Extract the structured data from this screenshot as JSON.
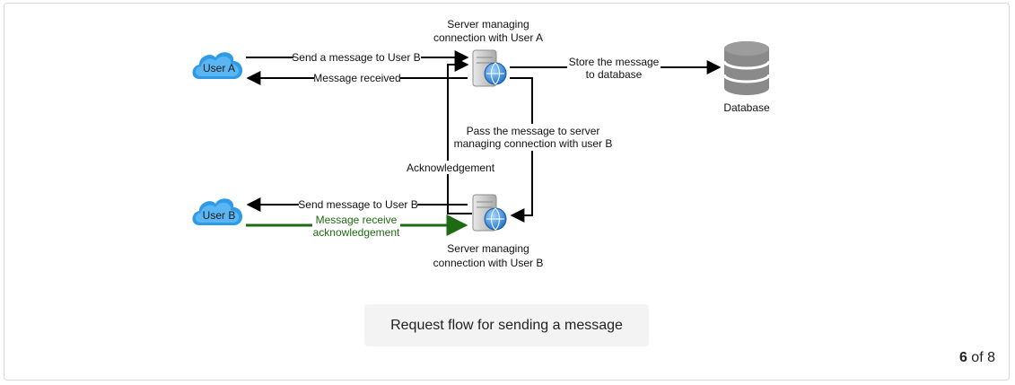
{
  "diagram": {
    "nodes": {
      "user_a": "User A",
      "user_b": "User B",
      "server_a_line1": "Server managing",
      "server_a_line2": "connection with User A",
      "server_b_line1": "Server managing",
      "server_b_line2": "connection with User B",
      "database": "Database"
    },
    "edges": {
      "send_to_b": "Send a message to User B",
      "message_received": "Message received",
      "store_line1": "Store the message",
      "store_line2": "to database",
      "pass_line1": "Pass the message to server",
      "pass_line2": "managing connection with user B",
      "acknowledgement": "Acknowledgement",
      "send_msg_to_b": "Send message to User B",
      "receive_ack_line1": "Message receive",
      "receive_ack_line2": "acknowledgement"
    },
    "colors": {
      "cloud": "#2f9be8",
      "arrow": "#000000",
      "ack_arrow": "#1d6b12",
      "database": "#8a8a8a"
    }
  },
  "caption": "Request flow for sending a message",
  "pagination": {
    "current": "6",
    "separator": "of",
    "total": "8"
  }
}
